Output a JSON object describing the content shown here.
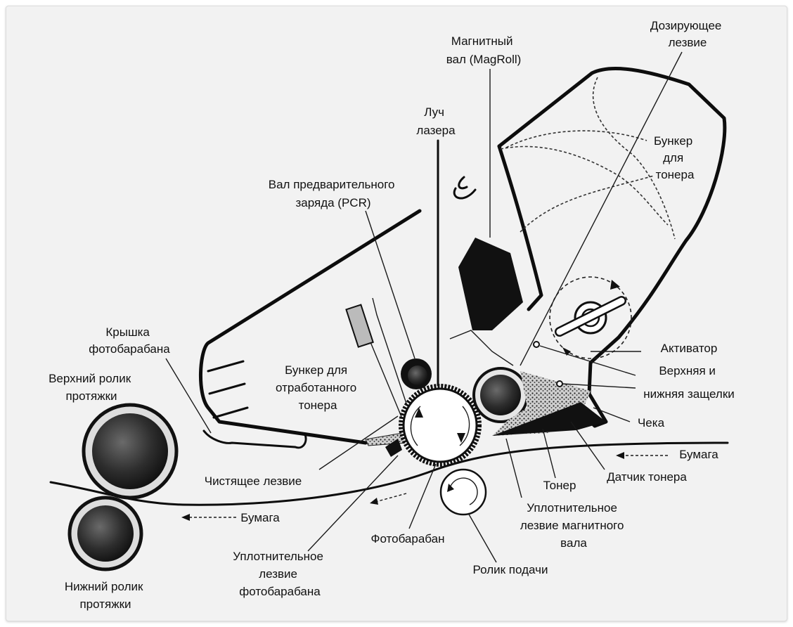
{
  "labels": {
    "magroll": [
      "Магнитный",
      "вал (MagRoll)"
    ],
    "dosing_blade": [
      "Дозирующее",
      "лезвие"
    ],
    "laser": [
      "Луч",
      "лазера"
    ],
    "toner_hopper": [
      "Бункер",
      "для",
      "тонера"
    ],
    "pcr": [
      "Вал предварительного",
      "заряда (PCR)"
    ],
    "drum_cover": [
      "Крышка",
      "фотобарабана"
    ],
    "upper_roller": [
      "Верхний ролик",
      "протяжки"
    ],
    "waste_hopper": [
      "Бункер для",
      "отработанного",
      "тонера"
    ],
    "activator": "Активатор",
    "latches": [
      "Верхняя и",
      "нижняя защелки"
    ],
    "pin": "Чека",
    "paper_right": "Бумага",
    "toner_sensor": "Датчик тонера",
    "toner": "Тонер",
    "cleaning_blade": "Чистящее лезвие",
    "paper_left": "Бумага",
    "magroll_seal": [
      "Уплотнительное",
      "лезвие магнитного",
      "вала"
    ],
    "drum": "Фотобарабан",
    "drum_seal": [
      "Уплотнительное",
      "лезвие",
      "фотобарабана"
    ],
    "feed_roller": "Ролик подачи",
    "lower_roller": [
      "Нижний ролик",
      "протяжки"
    ]
  }
}
